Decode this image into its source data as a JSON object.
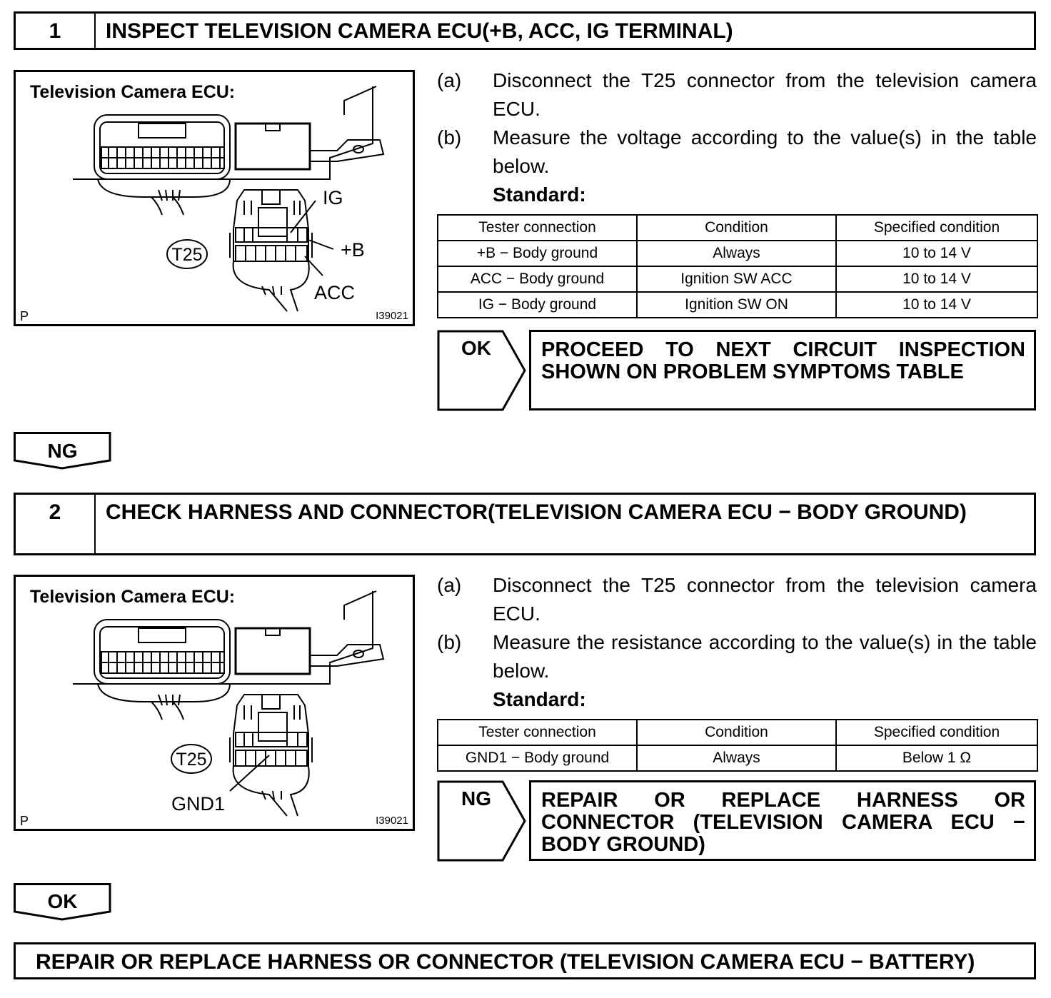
{
  "step1": {
    "number": "1",
    "title": "INSPECT TELEVISION CAMERA ECU(+B, ACC, IG TERMINAL)",
    "figure": {
      "title": "Television Camera ECU:",
      "connector": "T25",
      "labels": [
        "IG",
        "+B",
        "ACC"
      ],
      "corner_left": "P",
      "code": "I39021"
    },
    "instructions": [
      {
        "label": "(a)",
        "text": "Disconnect the T25 connector from the television camera ECU."
      },
      {
        "label": "(b)",
        "text": "Measure the voltage according to the value(s) in the table below."
      }
    ],
    "standard_label": "Standard:",
    "table": {
      "headers": [
        "Tester connection",
        "Condition",
        "Specified condition"
      ],
      "rows": [
        [
          "+B − Body ground",
          "Always",
          "10 to 14 V"
        ],
        [
          "ACC − Body ground",
          "Ignition SW ACC",
          "10 to 14 V"
        ],
        [
          "IG − Body ground",
          "Ignition SW ON",
          "10 to 14 V"
        ]
      ]
    },
    "result_arrow": "OK",
    "result_text": "PROCEED TO NEXT CIRCUIT INSPECTION SHOWN ON PROBLEM SYMPTOMS TABLE",
    "next_tab": "NG"
  },
  "step2": {
    "number": "2",
    "title": "CHECK HARNESS AND CONNECTOR(TELEVISION CAMERA ECU − BODY GROUND)",
    "figure": {
      "title": "Television Camera ECU:",
      "connector": "T25",
      "labels": [
        "GND1"
      ],
      "corner_left": "P",
      "code": "I39021"
    },
    "instructions": [
      {
        "label": "(a)",
        "text": "Disconnect the T25 connector from the television camera ECU."
      },
      {
        "label": "(b)",
        "text": "Measure the resistance according to the value(s) in the table below."
      }
    ],
    "standard_label": "Standard:",
    "table": {
      "headers": [
        "Tester connection",
        "Condition",
        "Specified condition"
      ],
      "rows": [
        [
          "GND1 − Body ground",
          "Always",
          "Below 1 Ω"
        ]
      ]
    },
    "result_arrow": "NG",
    "result_text": "REPAIR OR REPLACE HARNESS OR CONNECTOR (TELEVISION CAMERA ECU − BODY GROUND)",
    "next_tab": "OK"
  },
  "final": {
    "text": "REPAIR OR REPLACE HARNESS OR CONNECTOR (TELEVISION CAMERA ECU − BATTERY)"
  }
}
